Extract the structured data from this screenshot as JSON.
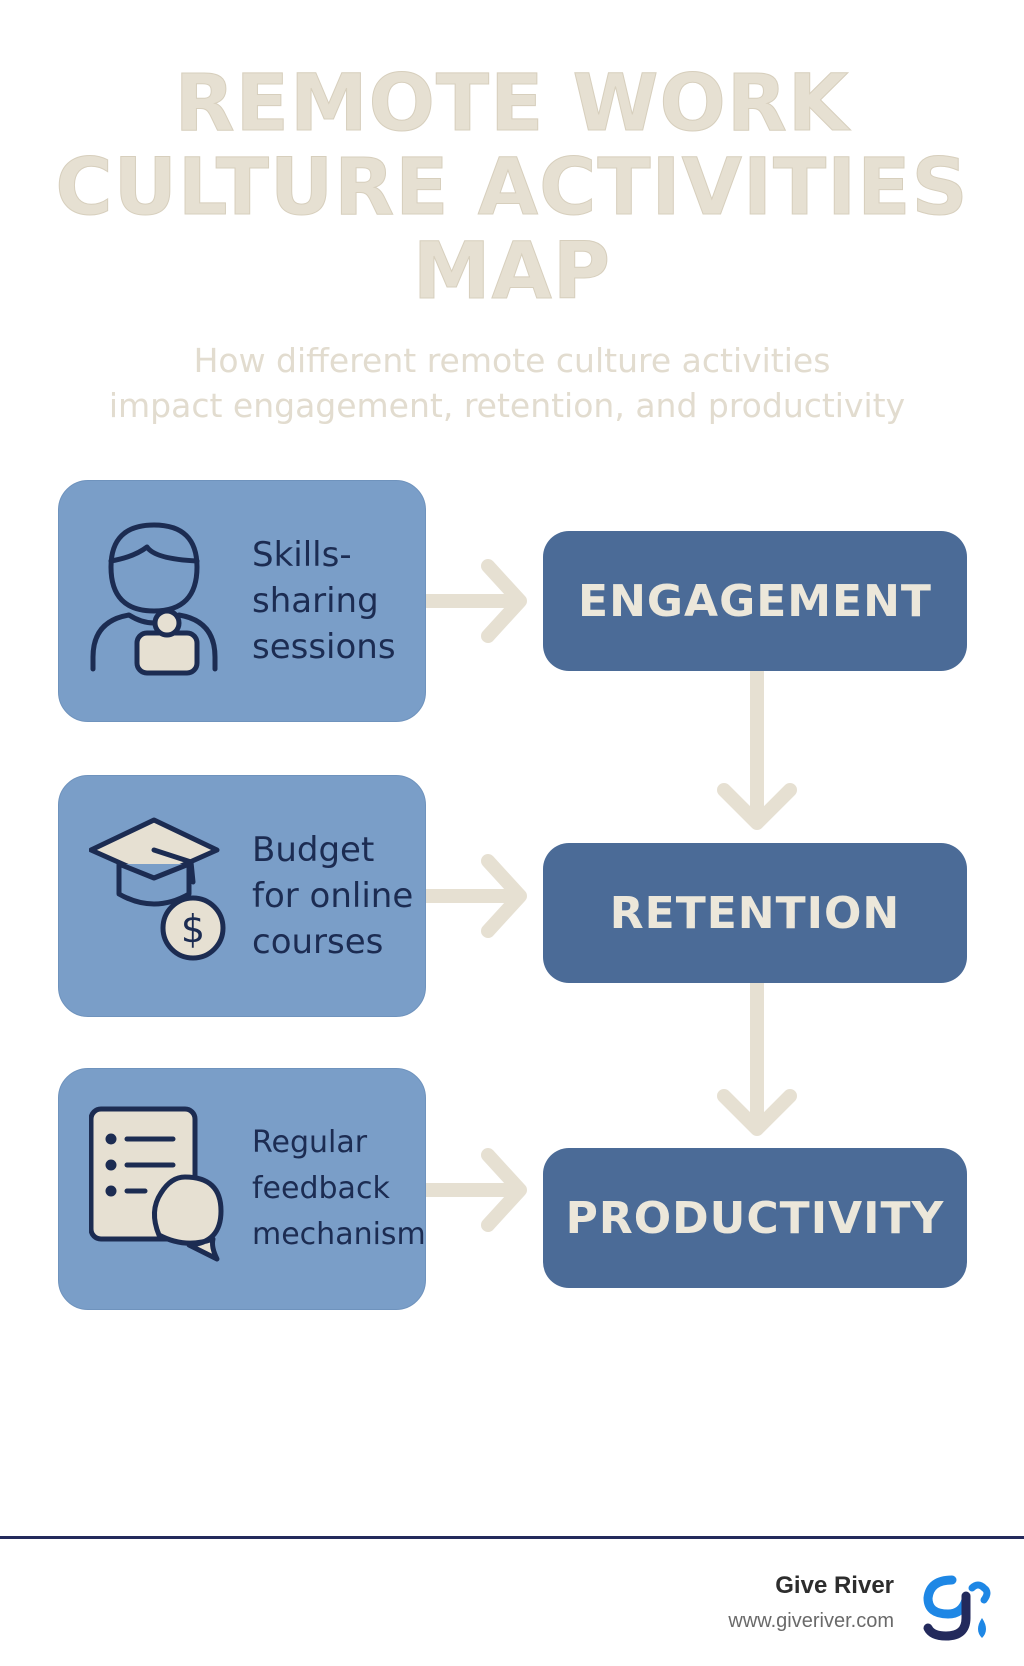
{
  "title": {
    "line1": "REMOTE WORK",
    "line2": "CULTURE ACTIVITIES",
    "line3": "MAP"
  },
  "subtitle": {
    "line1": "How different remote culture activities",
    "line2": "impact engagement, retention, and productivity"
  },
  "activities": [
    {
      "label": "Skills-\nsharing\nsessions",
      "icon": "person-teacher-icon"
    },
    {
      "label": "Budget\nfor online\ncourses",
      "icon": "graduation-cap-dollar-icon"
    },
    {
      "label": "Regular\nfeedback\nmechanism",
      "icon": "checklist-chat-icon"
    }
  ],
  "outcomes": [
    "ENGAGEMENT",
    "RETENTION",
    "PRODUCTIVITY"
  ],
  "brand": {
    "name": "Give River",
    "url": "www.giveriver.com",
    "logo_icon": "give-river-logo"
  },
  "colors": {
    "activity_fill": "#7a9ec8",
    "outcome_fill": "#4b6b97",
    "arrow": "#e6e0d2",
    "title": "#e6e0d2",
    "text_dark": "#1c2c52",
    "rule": "#232a5c",
    "logo_blue": "#1e87e5"
  }
}
